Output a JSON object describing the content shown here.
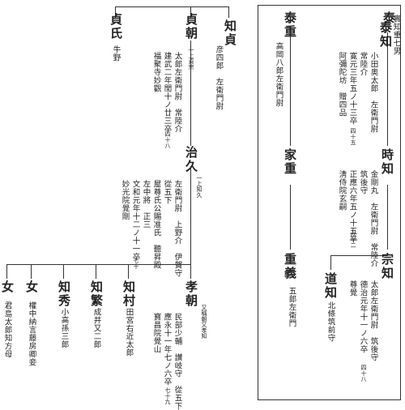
{
  "persons": {
    "yasushige": {
      "name": "泰重",
      "notes": [
        "高岡八郎左衛門尉"
      ]
    },
    "ietada": {
      "name": "家重",
      "notes": []
    },
    "shigeyoshi": {
      "name": "重義",
      "notes": [
        "五郎左衛門"
      ]
    },
    "taichi": {
      "name": "泰",
      "notes": [
        "實知重七男"
      ]
    },
    "yasutomo": {
      "name": "泰知",
      "notes": [
        "小田奥太郎　左衛門尉",
        "常陸介",
        "寛元三年五ノ十三卒",
        "阿彌陀坊　贈四品"
      ],
      "small": "四十五"
    },
    "tokitomo": {
      "name": "時知",
      "notes": [
        "金剛丸　左衛門尉　常陸介",
        "筑後守",
        "正應六年五ノ十五卒",
        "淸侍院玄嗣"
      ],
      "small": "六十二"
    },
    "michitomo": {
      "name": "道知",
      "notes": [
        "北條筑前守"
      ]
    },
    "munetomo": {
      "name": "宗知",
      "notes": [
        "太郎左衛門尉　筑後守",
        "德治元年十一ノ六卒",
        "尊覺"
      ],
      "small": "四十八"
    },
    "tomosada": {
      "name": "知貞",
      "notes": [
        "彦四郎　左衛門尉"
      ]
    },
    "sadatomo": {
      "name": "貞朝",
      "notes": [
        "太郎左衛門尉　常陸介",
        "建武二年閏十ノ廿三卒",
        "福聚寺妙觀"
      ],
      "alias": "一上貞宗",
      "small": "四十八"
    },
    "sadauji": {
      "name": "貞氏",
      "notes": [
        "牛野"
      ]
    },
    "haruhisa": {
      "name": "治久",
      "notes": [
        "左衛門尉　上野介　伊賀守",
        "從五下",
        "屋尊氏公賜准氏　聽昇殿",
        "左中將　正三",
        "文和元年十二ノ十一卒",
        "妙光院覺剛"
      ],
      "alias": "一上知久",
      "small": "七十"
    },
    "takatomo": {
      "name": "孝朝",
      "notes": [
        "民部少輔　讃岐守　從五下",
        "應永十一年七ノ六卒",
        "寶昌院覺山"
      ],
      "alias": "又稱朝又孝知",
      "small": "七十九"
    },
    "tomomura": {
      "name": "知村",
      "notes": [
        "田宮右近太郎"
      ]
    },
    "tomoshige": {
      "name": "知繁",
      "notes": [
        "成井又二郎"
      ]
    },
    "tomohide": {
      "name": "知秀",
      "notes": [
        "小高孫三郎"
      ]
    },
    "onna1": {
      "name": "女",
      "notes": [
        "權中納言藤房卿妾"
      ]
    },
    "onna2": {
      "name": "女",
      "notes": [
        "君島太郎知方母"
      ]
    }
  }
}
